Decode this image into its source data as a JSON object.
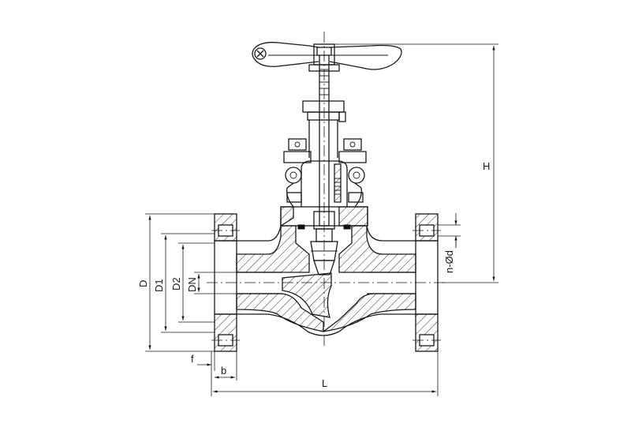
{
  "labels": {
    "D": "D",
    "D1": "D1",
    "D2": "D2",
    "DN": "DN",
    "f": "f",
    "b": "b",
    "L": "L",
    "H": "H",
    "nd": "n-Ød"
  },
  "colors": {
    "line": "#1a1a1a",
    "background": "#ffffff"
  }
}
